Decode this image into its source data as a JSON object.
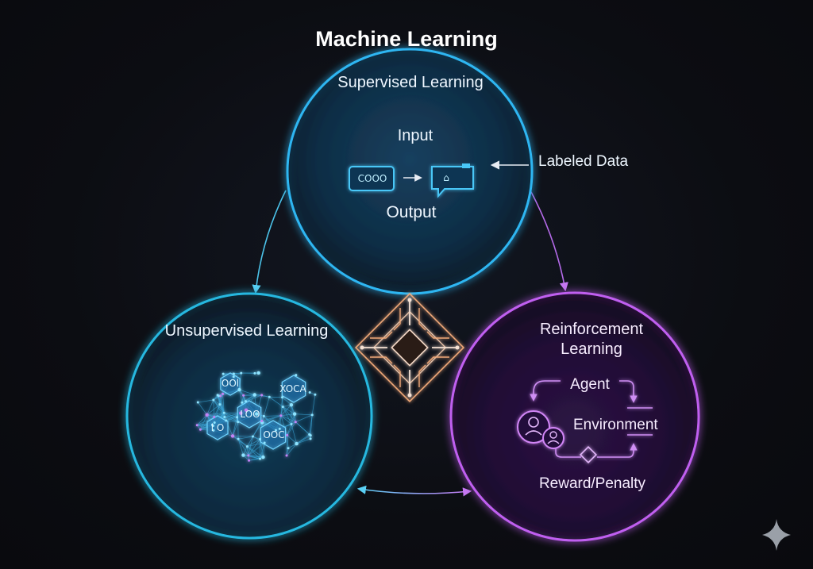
{
  "title": "Machine Learning",
  "supervised": {
    "title": "Supervised Learning",
    "input_label": "Input",
    "output_label": "Output",
    "side_label": "Labeled Data",
    "input_box_glyph": "COOO",
    "output_box_glyph": "⌂"
  },
  "unsupervised": {
    "title": "Unsupervised Learning",
    "node_labels": [
      "OOl",
      "XOCA",
      "LOO",
      "l O",
      "OOC"
    ]
  },
  "reinforcement": {
    "title_line1": "Reinforcement",
    "title_line2": "Learning",
    "agent_label": "Agent",
    "environment_label": "Environment",
    "reward_label": "Reward/Penalty"
  },
  "colors": {
    "background": "#0c0d12",
    "supervised_accent": "#29b6f6",
    "unsupervised_accent": "#26c6da",
    "reinforcement_accent": "#c060f0",
    "chip_accent": "#f0a878"
  },
  "icons": {
    "center": "circuit-chip-icon",
    "agent": "user-avatar-icon",
    "corner": "sparkle-icon"
  }
}
